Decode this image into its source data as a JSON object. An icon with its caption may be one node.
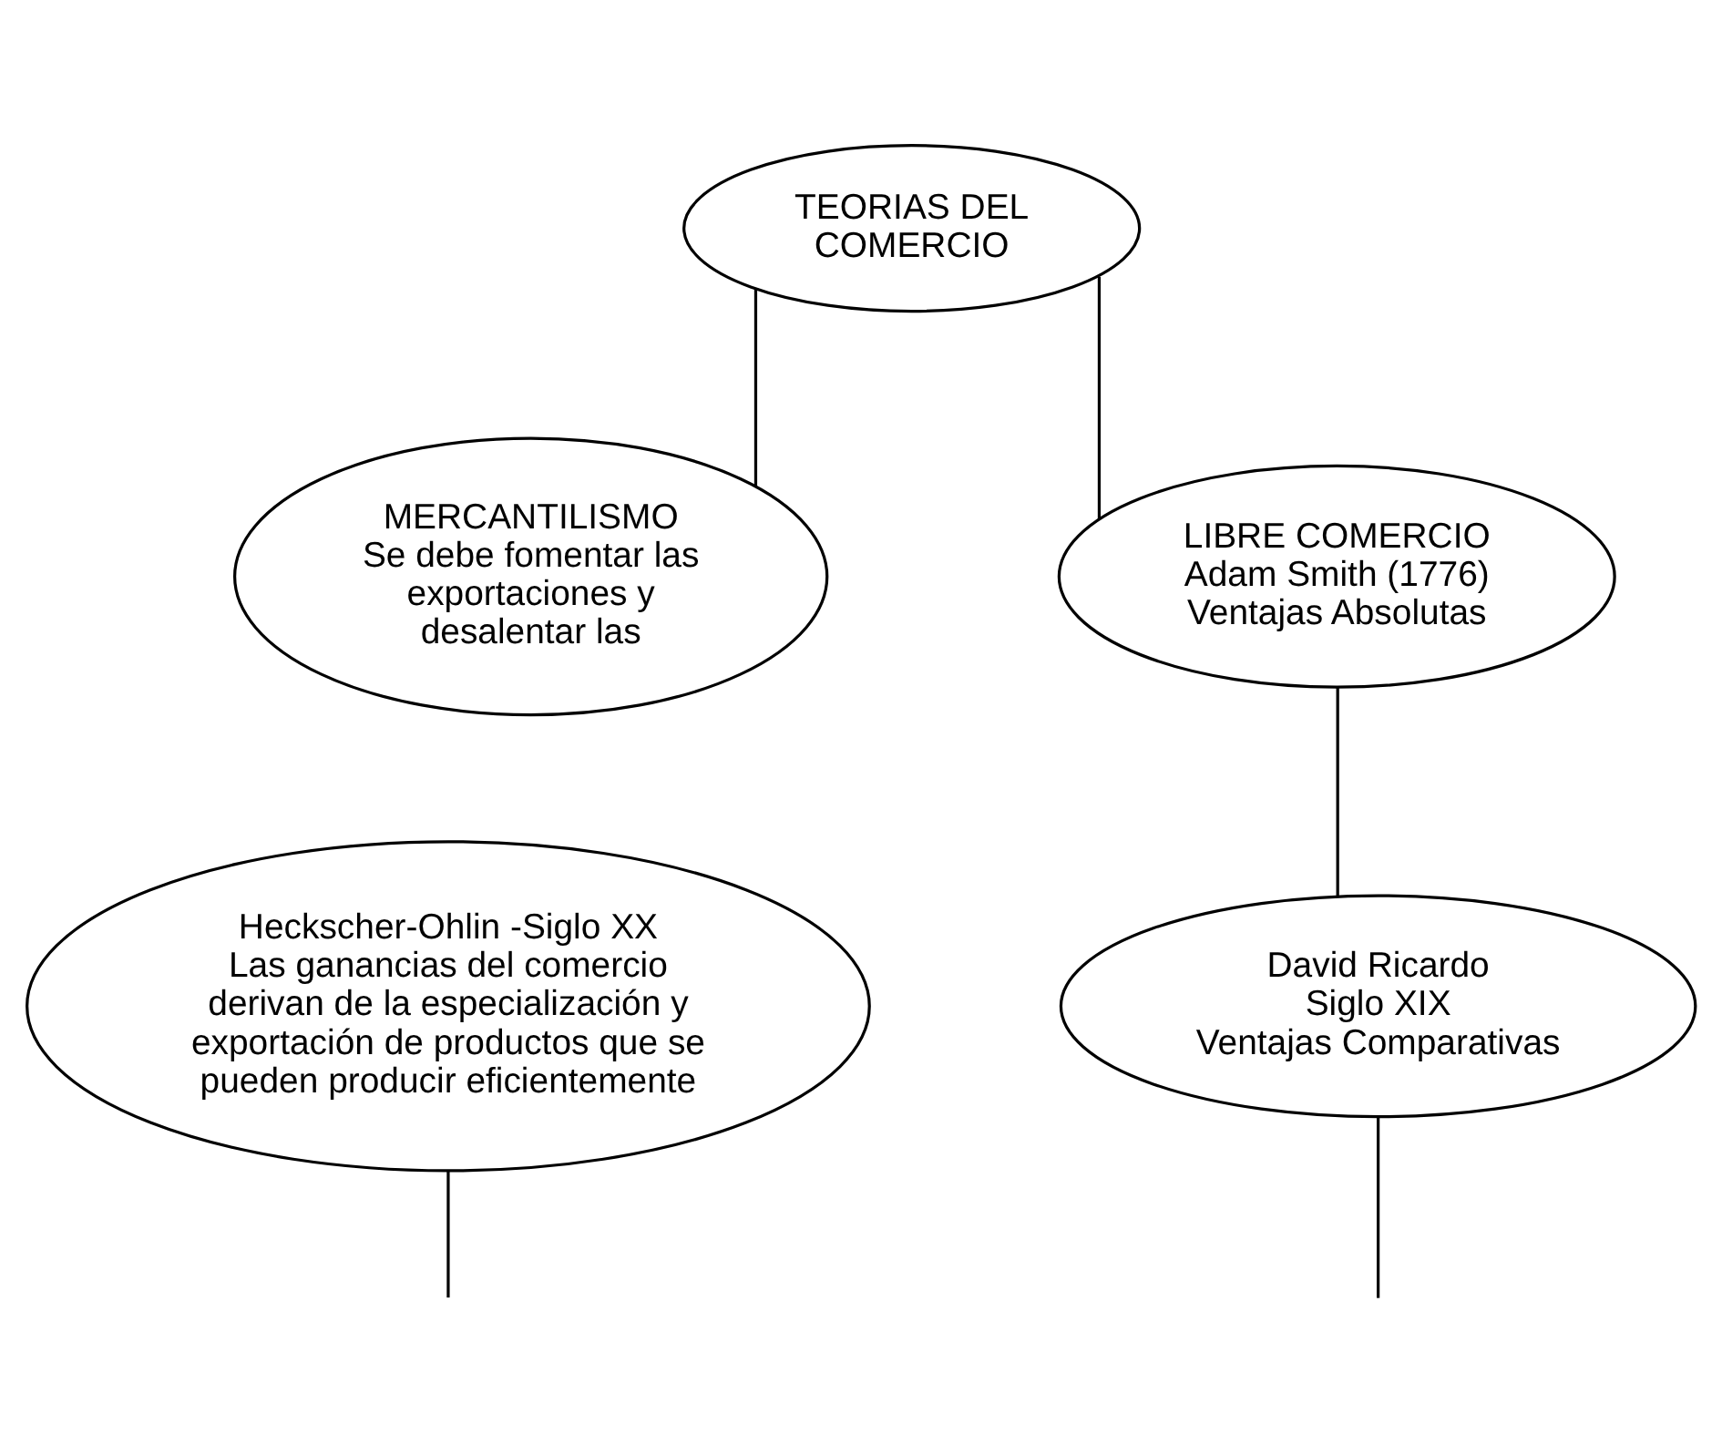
{
  "diagram": {
    "nodes": [
      {
        "text": [
          "TEORIAS DEL COMERCIO"
        ]
      },
      {
        "text": [
          "MERCANTILISMO",
          "Se debe fomentar las exportaciones y desalentar las"
        ]
      },
      {
        "text": [
          "LIBRE COMERCIO",
          "Adam Smith (1776)",
          "Ventajas Absolutas"
        ]
      },
      {
        "text": [
          "Heckscher-Ohlin -Siglo XX",
          "Las ganancias del comercio derivan de la especialización y exportación de productos que se pueden producir eficientemente"
        ]
      },
      {
        "text": [
          "David Ricardo",
          "Siglo XIX",
          "Ventajas Comparativas"
        ]
      }
    ],
    "edges": [
      {
        "from": 0,
        "to": 1,
        "arrow": "none"
      },
      {
        "from": 0,
        "to": 2,
        "arrow": "none"
      },
      {
        "from": 2,
        "to": 4,
        "arrow": "none"
      },
      {
        "from": 3,
        "to": null,
        "arrow": "none"
      },
      {
        "from": 4,
        "to": null,
        "arrow": "none"
      }
    ]
  }
}
